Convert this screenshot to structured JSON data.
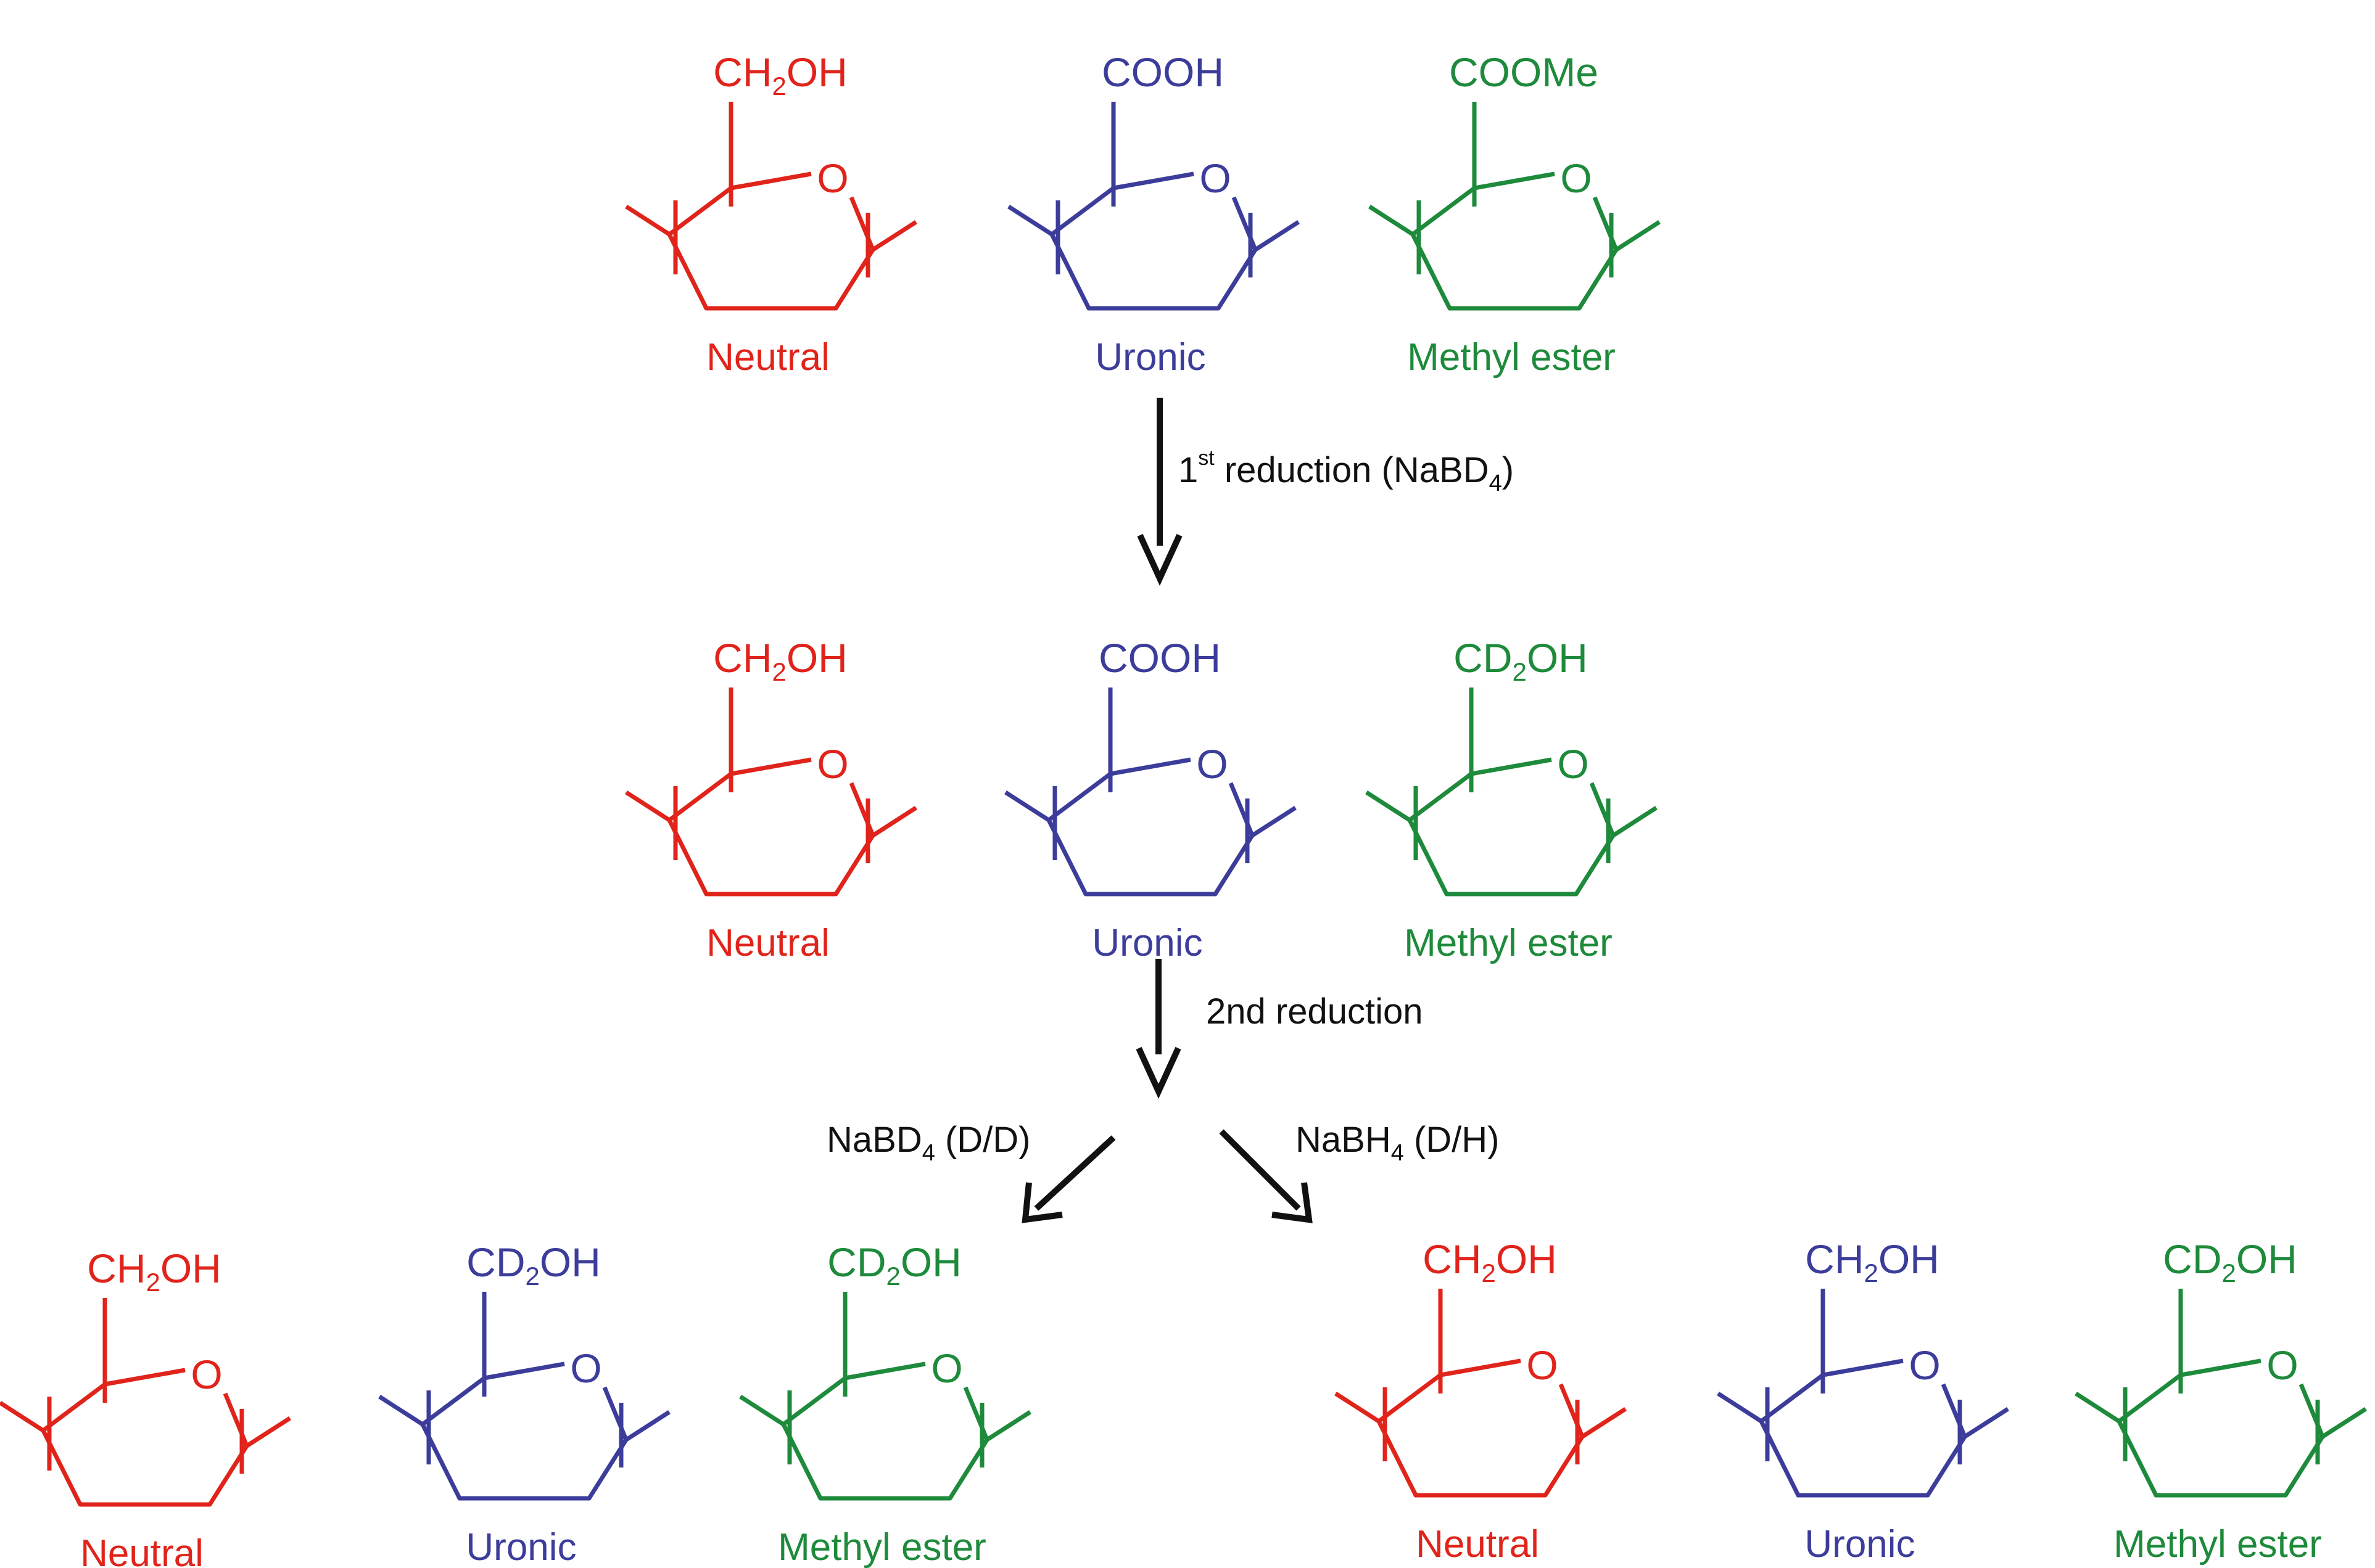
{
  "colors": {
    "neutral": "#e0241b",
    "uronic": "#3c3d9a",
    "methyl_ester": "#1e8a3b",
    "arrow": "#111111"
  },
  "rows": {
    "start": [
      {
        "type": "neutral",
        "group_main": "CH",
        "group_sub": "2",
        "group_tail": "OH",
        "ring_o": "O",
        "name": "Neutral"
      },
      {
        "type": "uronic",
        "group_main": "COOH",
        "group_sub": "",
        "group_tail": "",
        "ring_o": "O",
        "name": "Uronic"
      },
      {
        "type": "methyl_ester",
        "group_main": "COOMe",
        "group_sub": "",
        "group_tail": "",
        "ring_o": "O",
        "name": "Methyl ester"
      }
    ],
    "after_first": [
      {
        "type": "neutral",
        "group_main": "CH",
        "group_sub": "2",
        "group_tail": "OH",
        "ring_o": "O",
        "name": "Neutral"
      },
      {
        "type": "uronic",
        "group_main": "COOH",
        "group_sub": "",
        "group_tail": "",
        "ring_o": "O",
        "name": "Uronic"
      },
      {
        "type": "methyl_ester",
        "group_main": "CD",
        "group_sub": "2",
        "group_tail": "OH",
        "ring_o": "O",
        "name": "Methyl ester"
      }
    ],
    "dd": [
      {
        "type": "neutral",
        "group_main": "CH",
        "group_sub": "2",
        "group_tail": "OH",
        "ring_o": "O",
        "name": "Neutral"
      },
      {
        "type": "uronic",
        "group_main": "CD",
        "group_sub": "2",
        "group_tail": "OH",
        "ring_o": "O",
        "name": "Uronic"
      },
      {
        "type": "methyl_ester",
        "group_main": "CD",
        "group_sub": "2",
        "group_tail": "OH",
        "ring_o": "O",
        "name": "Methyl ester"
      }
    ],
    "dh": [
      {
        "type": "neutral",
        "group_main": "CH",
        "group_sub": "2",
        "group_tail": "OH",
        "ring_o": "O",
        "name": "Neutral"
      },
      {
        "type": "uronic",
        "group_main": "CH",
        "group_sub": "2",
        "group_tail": "OH",
        "ring_o": "O",
        "name": "Uronic"
      },
      {
        "type": "methyl_ester",
        "group_main": "CD",
        "group_sub": "2",
        "group_tail": "OH",
        "ring_o": "O",
        "name": "Methyl ester"
      }
    ]
  },
  "steps": {
    "first": {
      "num": "1",
      "sup": "st",
      "text": " reduction (NaBD",
      "sub": "4",
      "end": ")"
    },
    "second": {
      "text": "2nd reduction"
    },
    "branch_left": {
      "text": "NaBD",
      "sub": "4",
      "end": " (D/D)"
    },
    "branch_right": {
      "text": "NaBH",
      "sub": "4",
      "end": " (D/H)"
    }
  }
}
